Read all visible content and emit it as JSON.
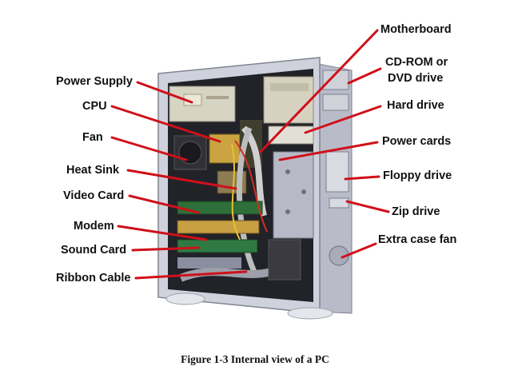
{
  "labels_left": [
    {
      "id": "power-supply",
      "text": "Power Supply"
    },
    {
      "id": "cpu",
      "text": "CPU"
    },
    {
      "id": "fan",
      "text": "Fan"
    },
    {
      "id": "heat-sink",
      "text": "Heat Sink"
    },
    {
      "id": "video-card",
      "text": "Video Card"
    },
    {
      "id": "modem",
      "text": "Modem"
    },
    {
      "id": "sound-card",
      "text": "Sound Card"
    },
    {
      "id": "ribbon-cable",
      "text": "Ribbon Cable"
    }
  ],
  "labels_right": [
    {
      "id": "motherboard",
      "text": "Motherboard"
    },
    {
      "id": "cdrom-line1",
      "text": "CD-ROM or"
    },
    {
      "id": "cdrom-line2",
      "text": "DVD drive"
    },
    {
      "id": "hard-drive",
      "text": "Hard drive"
    },
    {
      "id": "power-cards",
      "text": "Power cards"
    },
    {
      "id": "floppy-drive",
      "text": "Floppy drive"
    },
    {
      "id": "zip-drive",
      "text": "Zip drive"
    },
    {
      "id": "extra-case-fan",
      "text": "Extra case fan"
    }
  ],
  "caption": "Figure 1-3 Internal view of a PC",
  "colors": {
    "pointer": "#d0101a",
    "case": "#c9ccd6",
    "case_dark": "#8c91a0",
    "interior": "#1c1c22",
    "label_text": "#111111"
  }
}
